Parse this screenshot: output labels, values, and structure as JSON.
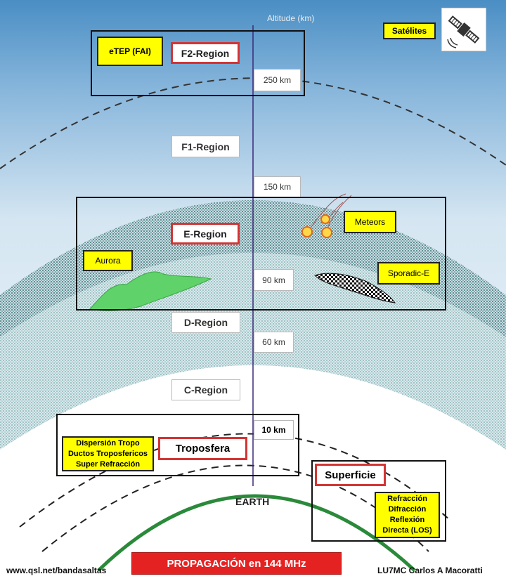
{
  "axis_label": "Altitude (km)",
  "regions": {
    "f2": "F2-Region",
    "f1": "F1-Region",
    "e": "E-Region",
    "d": "D-Region",
    "c": "C-Region"
  },
  "altitudes": {
    "a250": "250 km",
    "a150": "150 km",
    "a90": "90 km",
    "a60": "60 km",
    "a10": "10 km"
  },
  "notes": {
    "etep": "eTEP (FAI)",
    "satellites": "Satélites",
    "meteors": "Meteors",
    "aurora": "Aurora",
    "sporadic": "Sporadic-E",
    "tropo_lines": [
      "Dispersión Tropo",
      "Ductos Troposfericos",
      "Super Refracción"
    ],
    "surface_lines": [
      "Refracción",
      "Difracción",
      "Reflexión",
      "Directa (LOS)"
    ]
  },
  "troposphere": "Troposfera",
  "surface": "Superficie",
  "earth": "EARTH",
  "footer": {
    "url": "www.qsl.net/bandasaltas",
    "title": "PROPAGACIÓN en 144 MHz",
    "author": "LU7MC Carlos A Macoratti"
  },
  "colors": {
    "sky_top": "#4a8ec4",
    "sky_bottom": "#f4f8fb",
    "dotted_layer": "#3f7872",
    "lower_layer": "#76a9a4",
    "aurora": "#5fd26a",
    "earth_arc": "#2a8a3a",
    "highlight": "#ffff00",
    "accent_red": "#d43434",
    "axis": "#3a2a7a"
  },
  "icons": [
    "satellite-icon",
    "meteor-icon"
  ]
}
